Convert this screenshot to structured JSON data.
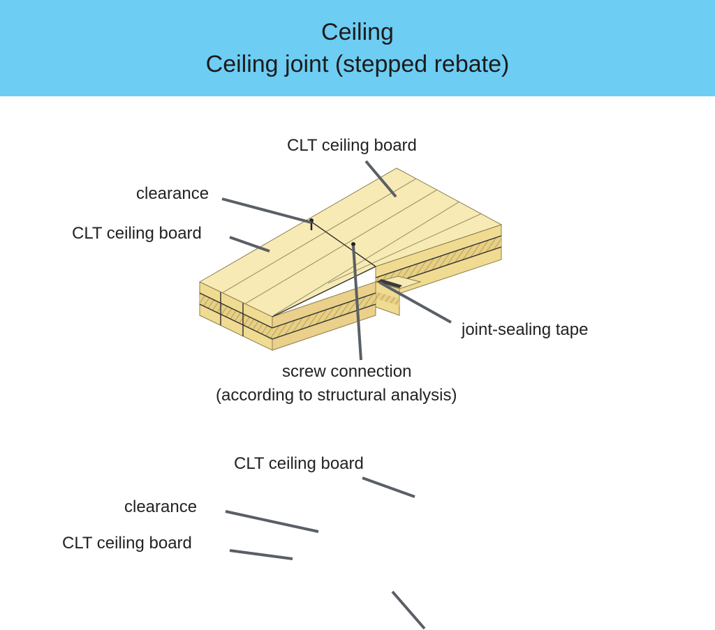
{
  "header": {
    "title": "Ceiling",
    "subtitle": "Ceiling joint (stepped rebate)"
  },
  "diagram_top": {
    "label_board_top": "CLT ceiling board",
    "label_clearance": "clearance",
    "label_board_left": "CLT ceiling board",
    "label_tape": "joint-sealing  tape",
    "label_screw_line1": "screw  connection",
    "label_screw_line2": "(according to structural analysis)"
  },
  "diagram_bottom": {
    "label_board_top": "CLT ceiling board",
    "label_clearance": "clearance",
    "label_board_left": "CLT ceiling board"
  },
  "colors": {
    "header_bg": "#6dcdf3",
    "timber_top": "#f7eab4",
    "timber_side": "#f0db92",
    "timber_shadow": "#dcc06e",
    "leader_line": "#5a5f66"
  }
}
